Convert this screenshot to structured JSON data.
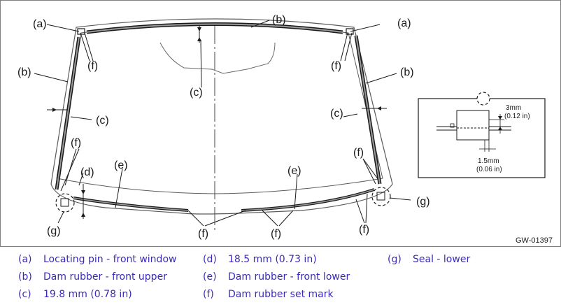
{
  "figure": {
    "code": "GW-01397",
    "callouts": {
      "a": "(a)",
      "b": "(b)",
      "c": "(c)",
      "d": "(d)",
      "e": "(e)",
      "f": "(f)",
      "g": "(g)"
    },
    "detail": {
      "dim1_mm": "3mm",
      "dim1_in": "(0.12 in)",
      "dim2_mm": "1.5mm",
      "dim2_in": "(0.06 in)"
    }
  },
  "legend": [
    {
      "key": "(a)",
      "text": "Locating pin - front window"
    },
    {
      "key": "(b)",
      "text": "Dam rubber - front upper"
    },
    {
      "key": "(c)",
      "text": "19.8 mm (0.78 in)"
    },
    {
      "key": "(d)",
      "text": "18.5 mm (0.73 in)"
    },
    {
      "key": "(e)",
      "text": "Dam rubber - front lower"
    },
    {
      "key": "(f)",
      "text": "Dam rubber set mark"
    },
    {
      "key": "(g)",
      "text": "Seal - lower"
    }
  ],
  "colors": {
    "legend_text": "#3b2bb8",
    "line": "#1a1a1a",
    "rubber": "#6e6e6e"
  }
}
